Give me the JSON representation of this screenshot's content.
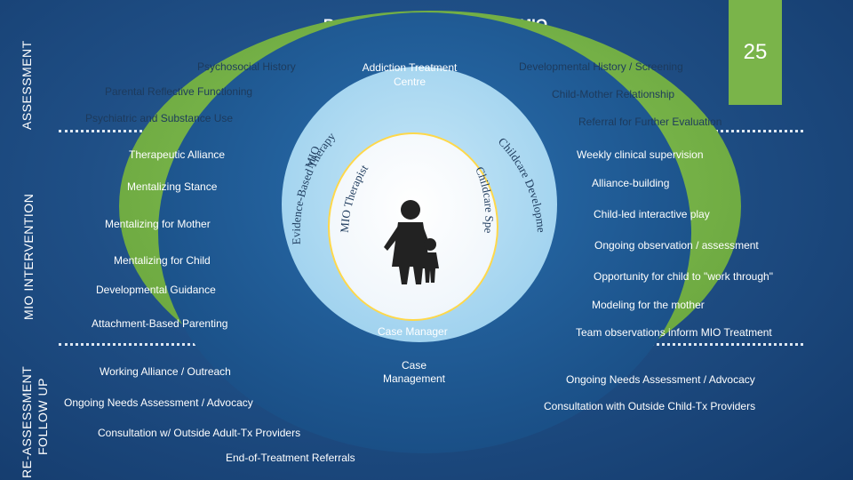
{
  "title": "Research Program Model - MIO",
  "page_number": "25",
  "side_labels": {
    "assessment": "ASSESSMENT",
    "intervention": "MIO INTERVENTION",
    "reassessment": "RE-ASSESSMENT",
    "follow_up": "FOLLOW UP"
  },
  "left_items": [
    "Psychosocial History",
    "Parental Reflective Functioning",
    "Psychiatric and Substance Use",
    "Therapeutic Alliance",
    "Mentalizing Stance",
    "Mentalizing for Mother",
    "Mentalizing for Child",
    "Developmental Guidance",
    "Attachment-Based Parenting",
    "Working Alliance / Outreach",
    "Ongoing Needs Assessment / Advocacy",
    "Consultation w/ Outside Adult-Tx Providers",
    "End-of-Treatment Referrals"
  ],
  "top_center": "Addiction Treatment Centre",
  "right_items": [
    "Developmental History / Screening",
    "Child-Mother Relationship",
    "Referral for Further Evaluation",
    "Weekly clinical supervision",
    "Alliance-building",
    "Child-led interactive play",
    "Ongoing observation / assessment",
    "Opportunity for child to \"work through\"",
    "Modeling for the mother",
    "Team observations inform MIO Treatment",
    "Ongoing Needs Assessment / Advocacy",
    "Consultation with Outside Child-Tx Providers"
  ],
  "center": {
    "case_manager": "Case Manager",
    "case_management": "Case Management",
    "arc_outer_left": "Evidence-Based Therapy",
    "arc_mio": "MIO",
    "arc_inner_left": "MIO Therapist",
    "arc_outer_right": "Childcare Developmentally-Informed",
    "arc_inner_right": "Childcare Specialist"
  },
  "colors": {
    "outer_ring": "#7ab44a",
    "mid_ring": "#1f5f9e",
    "inner_ring": "#a9d8f2",
    "core": "#ffffff"
  }
}
